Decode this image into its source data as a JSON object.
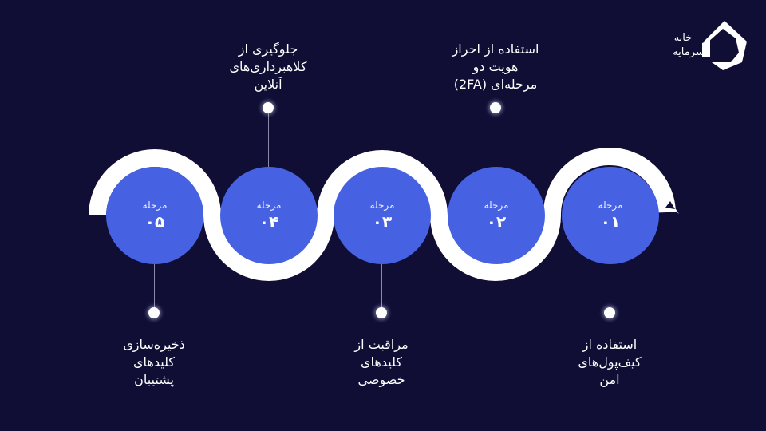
{
  "colors": {
    "background": "#100e35",
    "step_circle": "#4662e3",
    "wave": "#ffffff",
    "dot": "#fefefe",
    "text": "#ffffff"
  },
  "logo": {
    "icon": "house-outline-logo-icon",
    "line1": "خانه",
    "line2": "سرمایه"
  },
  "steps": [
    {
      "label": "مرحله",
      "number": "۰۱",
      "description": "استفاده از\nکیف‌پول‌های\nامن",
      "position": "below"
    },
    {
      "label": "مرحله",
      "number": "۰۲",
      "description": "استفاده از احراز\nهویت دو\nمرحله‌ای (2FA)",
      "position": "above"
    },
    {
      "label": "مرحله",
      "number": "۰۳",
      "description": "مراقبت از\nکلیدهای\nخصوصی",
      "position": "below"
    },
    {
      "label": "مرحله",
      "number": "۰۴",
      "description": "جلوگیری از\nکلاهبرداری‌های\nآنلاین",
      "position": "above"
    },
    {
      "label": "مرحله",
      "number": "۰۵",
      "description": "ذخیره‌سازی\nکلیدهای\nپشتیبان",
      "position": "below"
    }
  ]
}
